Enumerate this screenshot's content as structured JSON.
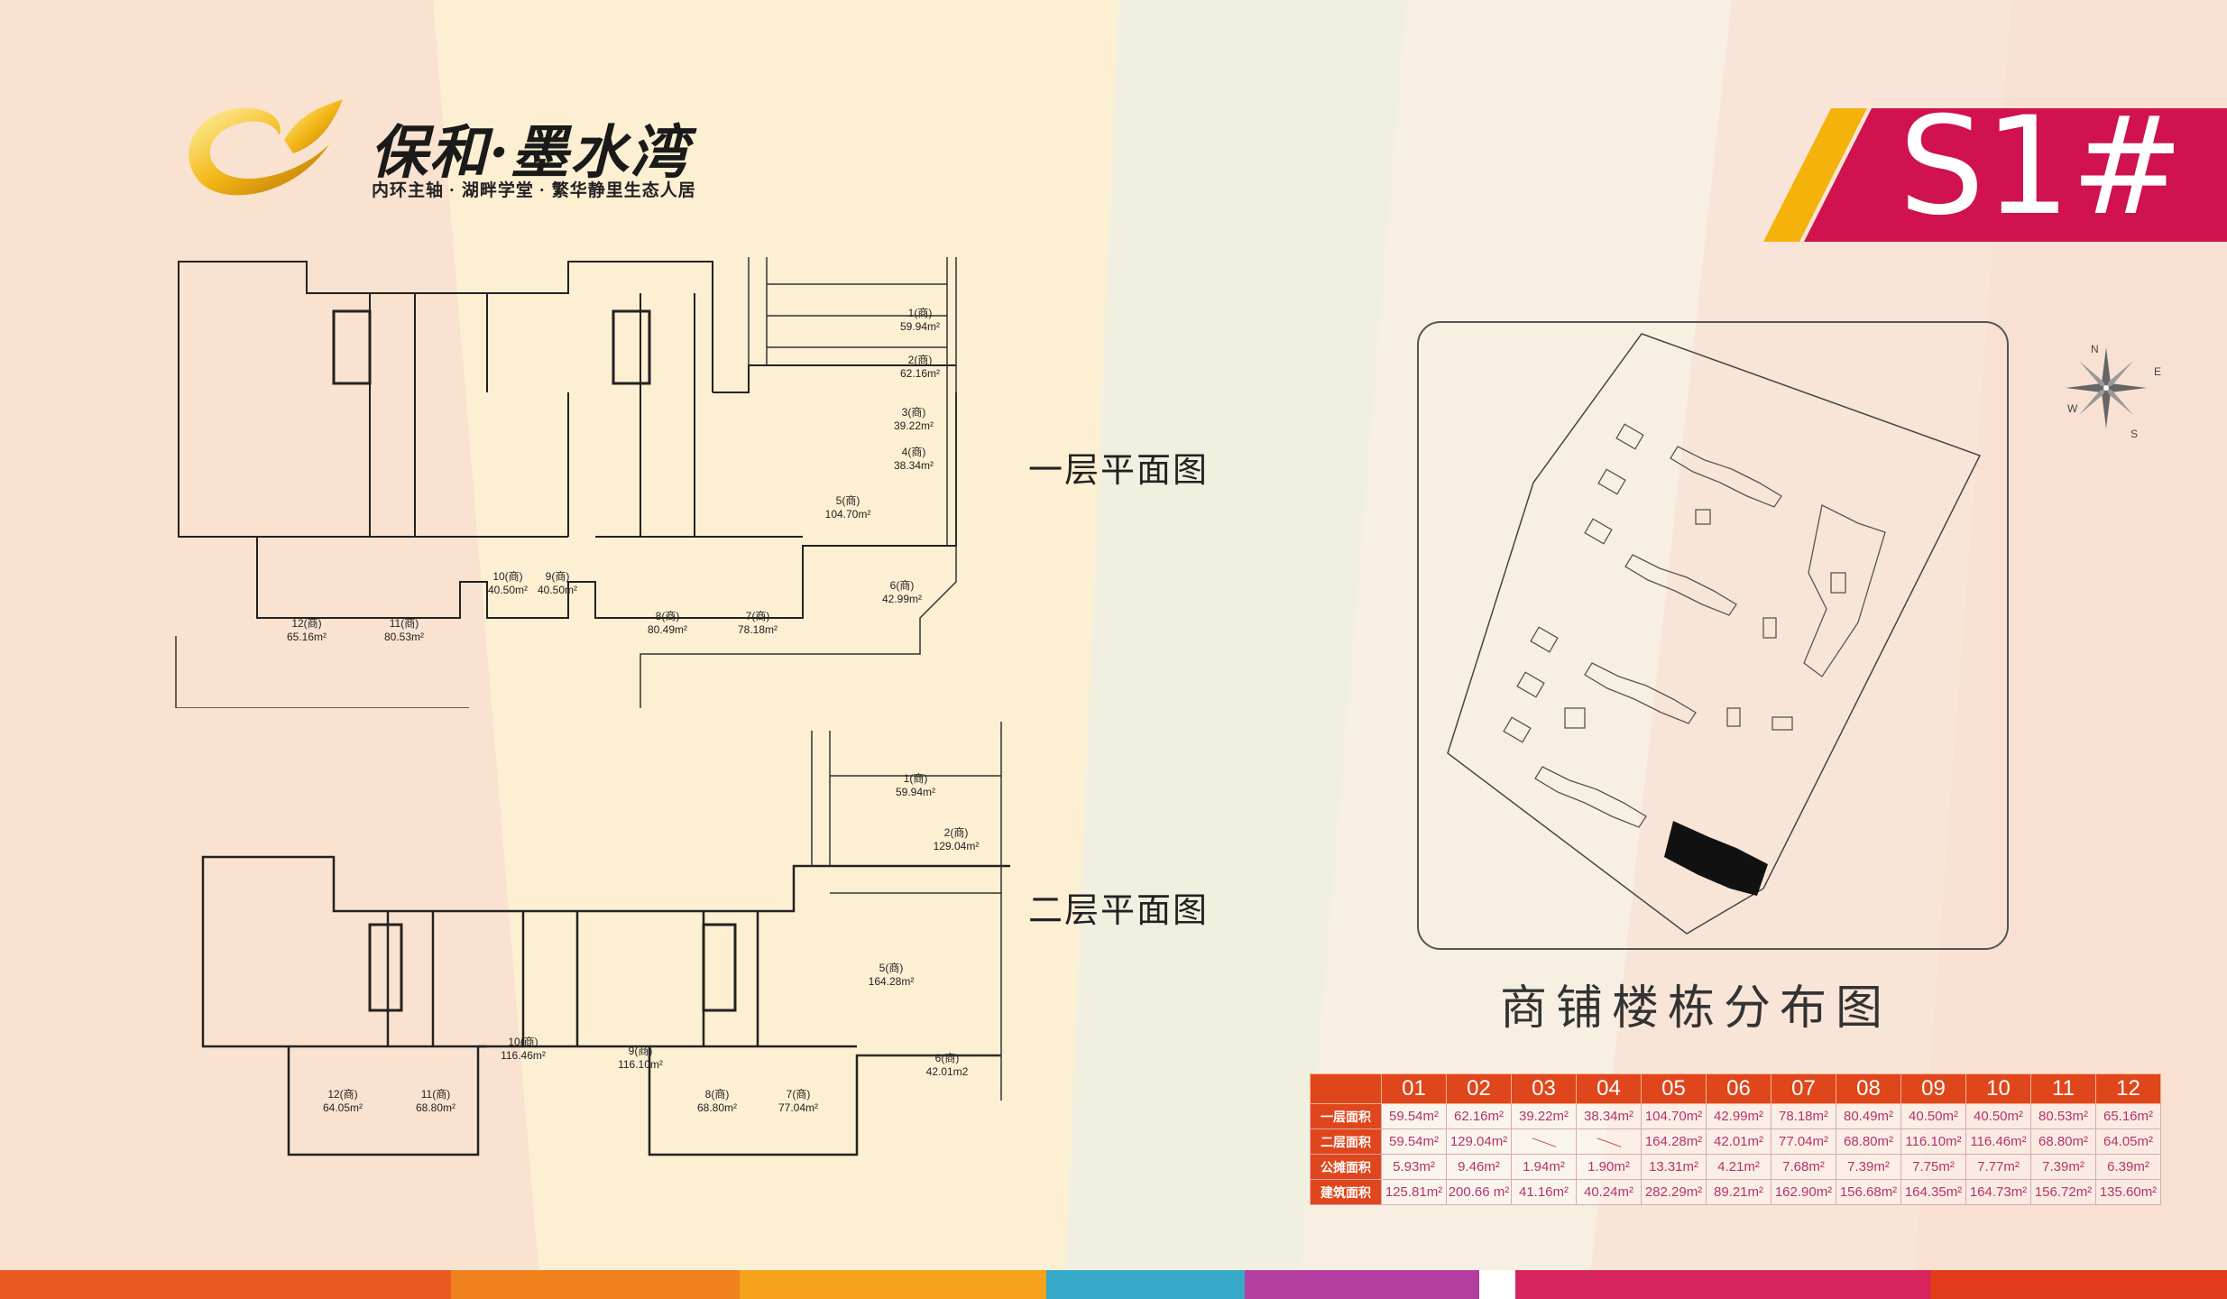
{
  "brand": {
    "name": "保和·墨水湾",
    "tagline": "内环主轴 · 湖畔学堂 · 繁华静里生态人居"
  },
  "badge": {
    "text": "S1#"
  },
  "floor1": {
    "title": "一层平面图",
    "units": [
      {
        "id": "1(商)",
        "area": "59.94m²"
      },
      {
        "id": "2(商)",
        "area": "62.16m²"
      },
      {
        "id": "3(商)",
        "area": "39.22m²"
      },
      {
        "id": "4(商)",
        "area": "38.34m²"
      },
      {
        "id": "5(商)",
        "area": "104.70m²"
      },
      {
        "id": "6(商)",
        "area": "42.99m²"
      },
      {
        "id": "7(商)",
        "area": "78.18m²"
      },
      {
        "id": "8(商)",
        "area": "80.49m²"
      },
      {
        "id": "9(商)",
        "area": "40.50m²"
      },
      {
        "id": "10(商)",
        "area": "40.50m²"
      },
      {
        "id": "11(商)",
        "area": "80.53m²"
      },
      {
        "id": "12(商)",
        "area": "65.16m²"
      }
    ]
  },
  "floor2": {
    "title": "二层平面图",
    "units": [
      {
        "id": "1(商)",
        "area": "59.94m²"
      },
      {
        "id": "2(商)",
        "area": "129.04m²"
      },
      {
        "id": "5(商)",
        "area": "164.28m²"
      },
      {
        "id": "6(商)",
        "area": "42.01m2"
      },
      {
        "id": "7(商)",
        "area": "77.04m²"
      },
      {
        "id": "8(商)",
        "area": "68.80m²"
      },
      {
        "id": "9(商)",
        "area": "116.10m²"
      },
      {
        "id": "10(商)",
        "area": "116.46m²"
      },
      {
        "id": "11(商)",
        "area": "68.80m²"
      },
      {
        "id": "12(商)",
        "area": "64.05m²"
      }
    ]
  },
  "site_map": {
    "title": "商铺楼栋分布图"
  },
  "compass": {
    "n": "N",
    "e": "E",
    "s": "S",
    "w": "W"
  },
  "table": {
    "headers": [
      "01",
      "02",
      "03",
      "04",
      "05",
      "06",
      "07",
      "08",
      "09",
      "10",
      "11",
      "12"
    ],
    "rows": [
      {
        "label": "一层面积",
        "values": [
          "59.54m²",
          "62.16m²",
          "39.22m²",
          "38.34m²",
          "104.70m²",
          "42.99m²",
          "78.18m²",
          "80.49m²",
          "40.50m²",
          "40.50m²",
          "80.53m²",
          "65.16m²"
        ]
      },
      {
        "label": "二层面积",
        "values": [
          "59.54m²",
          "129.04m²",
          "",
          "",
          "164.28m²",
          "42.01m²",
          "77.04m²",
          "68.80m²",
          "116.10m²",
          "116.46m²",
          "68.80m²",
          "64.05m²"
        ]
      },
      {
        "label": "公摊面积",
        "values": [
          "5.93m²",
          "9.46m²",
          "1.94m²",
          "1.90m²",
          "13.31m²",
          "4.21m²",
          "7.68m²",
          "7.39m²",
          "7.75m²",
          "7.77m²",
          "7.39m²",
          "6.39m²"
        ]
      },
      {
        "label": "建筑面积",
        "values": [
          "125.81m²",
          "200.66 m²",
          "41.16m²",
          "40.24m²",
          "282.29m²",
          "89.21m²",
          "162.90m²",
          "156.68m²",
          "164.35m²",
          "164.73m²",
          "156.72m²",
          "135.60m²"
        ]
      }
    ]
  },
  "colors": {
    "accent": "#d0124e",
    "gold": "#f5b20a",
    "table_header": "#e0461b",
    "cell_text": "#b5336e"
  }
}
